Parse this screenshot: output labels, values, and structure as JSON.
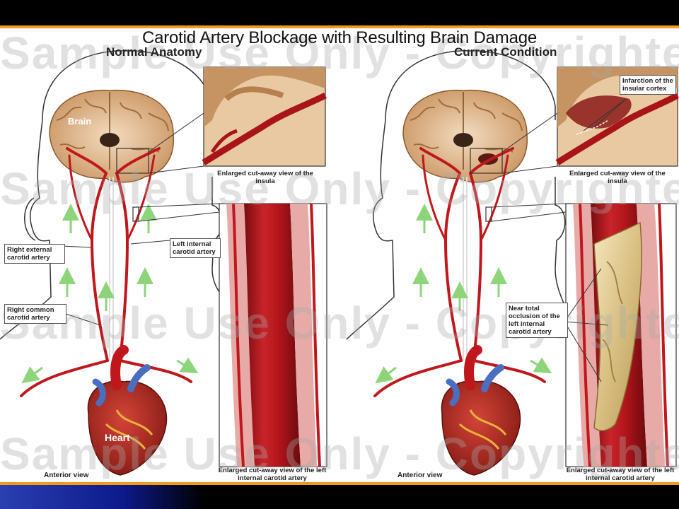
{
  "title": "Carotid Artery Blockage with Resulting Brain Damage",
  "panels": {
    "left_heading": "Normal Anatomy",
    "right_heading": "Current Condition"
  },
  "labels": {
    "brain": "Brain",
    "heart": "Heart",
    "right_external": "Right external carotid artery",
    "left_internal": "Left internal carotid artery",
    "right_common": "Right common carotid artery",
    "anterior_left": "Anterior view",
    "anterior_right": "Anterior view",
    "infarction": "Infarction of the insular cortex",
    "occlusion": "Near total occlusion of the left internal carotid artery"
  },
  "captions": {
    "insula_left": "Enlarged cut-away view of the insula",
    "insula_right": "Enlarged cut-away view of the insula",
    "artery_left": "Enlarged cut-away view of the left internal carotid artery",
    "artery_right": "Enlarged cut-away view of the left internal carotid artery"
  },
  "watermark": "Sample Use Only - Copyrighted",
  "colors": {
    "accent_orange": "#f29a1e",
    "artery_red": "#c0171d",
    "vein_blue": "#4a6fc0",
    "plaque_yellow": "#e8d7a0",
    "arrow_green": "#8ed47a"
  }
}
